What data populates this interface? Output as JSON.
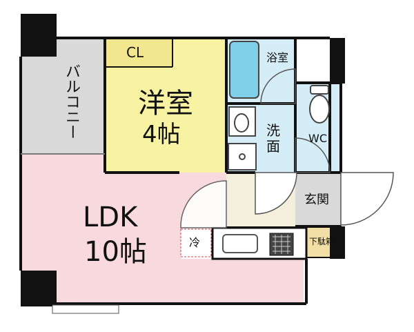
{
  "rooms": {
    "balcony": {
      "label": "バルコニー"
    },
    "western_room": {
      "name": "洋室",
      "size": "4帖"
    },
    "closet": {
      "label": "CL"
    },
    "ldk": {
      "name": "LDK",
      "size": "10帖"
    },
    "bathroom": {
      "label": "浴室"
    },
    "washroom": {
      "label": "洗\n面"
    },
    "toilet": {
      "label": "WC"
    },
    "entrance": {
      "label": "玄関"
    },
    "shoe_cabinet": {
      "label": "下駄箱"
    },
    "fridge": {
      "label": "冷"
    }
  },
  "colors": {
    "wall": "#111111",
    "western_room": "#f7f3a3",
    "ldk": "#f8d9dd",
    "balcony": "#d9d9d9",
    "wet_area": "#d4edf7",
    "hall": "#f4efdc",
    "entrance": "#d9d9d9",
    "shoe_cabinet": "#f2dfa6",
    "bathtub": "#7fcfe8"
  }
}
